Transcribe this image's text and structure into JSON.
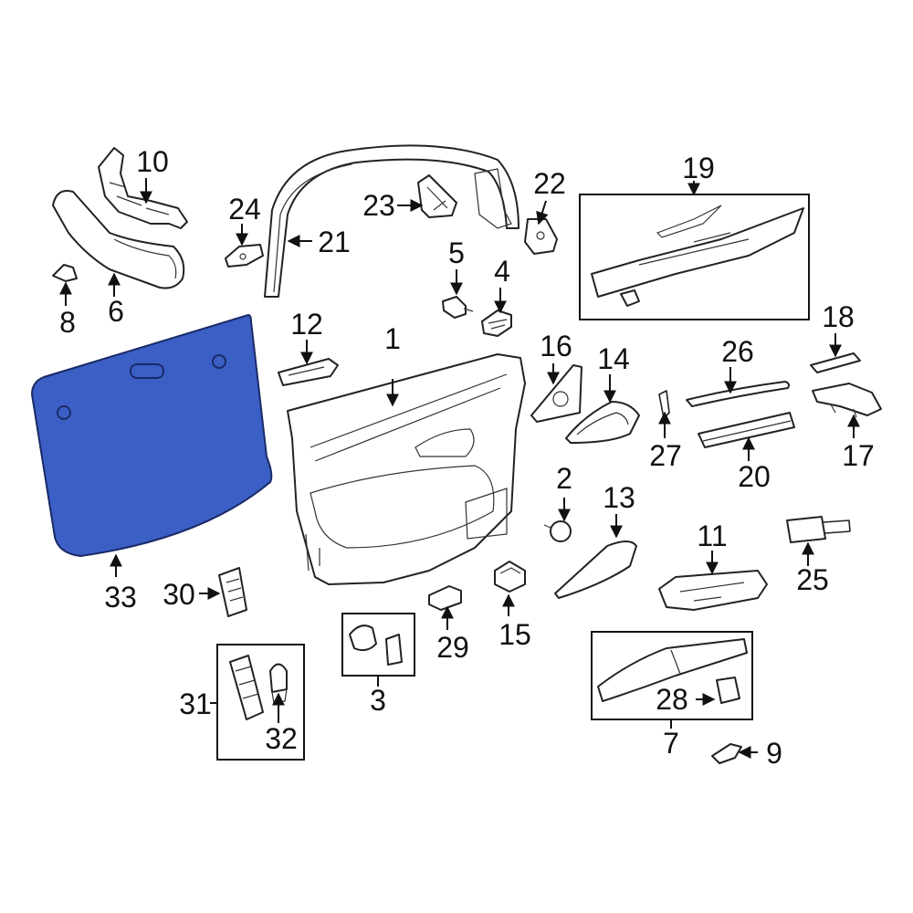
{
  "diagram": {
    "highlight_color": "#3b5fc5",
    "highlighted_part": "33",
    "callouts": [
      "1",
      "2",
      "3",
      "4",
      "5",
      "6",
      "7",
      "8",
      "9",
      "10",
      "11",
      "12",
      "13",
      "14",
      "15",
      "16",
      "17",
      "18",
      "19",
      "20",
      "21",
      "22",
      "23",
      "24",
      "25",
      "26",
      "27",
      "28",
      "29",
      "30",
      "31",
      "32",
      "33"
    ]
  }
}
